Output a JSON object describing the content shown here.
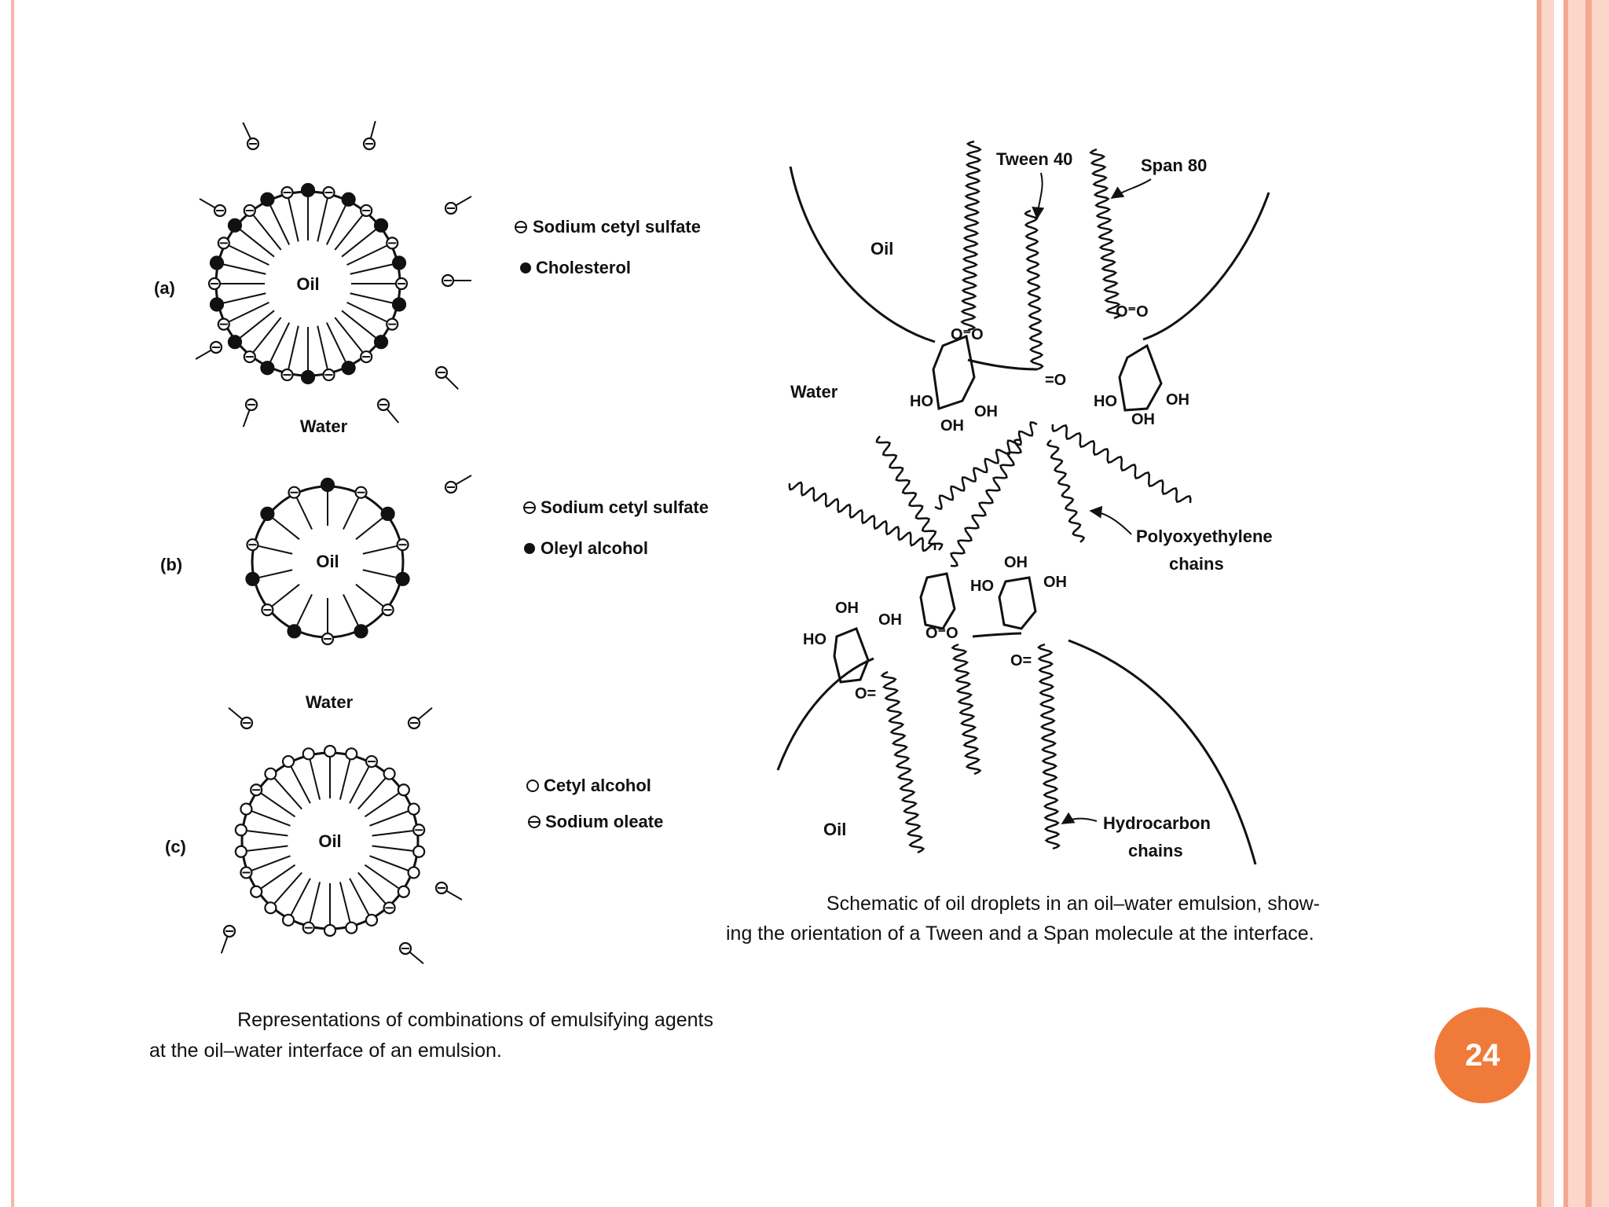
{
  "slide": {
    "page_number": "24"
  },
  "left_figure": {
    "panels": [
      {
        "label": "(a)",
        "core_label": "Oil",
        "outer_label": "Water",
        "legend": [
          "Sodium cetyl sulfate",
          "Cholesterol"
        ]
      },
      {
        "label": "(b)",
        "core_label": "Oil",
        "legend": [
          "Sodium cetyl sulfate",
          "Oleyl alcohol"
        ]
      },
      {
        "label": "(c)",
        "core_label": "Oil",
        "outer_label": "Water",
        "legend": [
          "Cetyl alcohol",
          "Sodium oleate"
        ]
      }
    ],
    "caption_line1": "Representations of combinations of emulsifying agents",
    "caption_line2": "at the oil–water interface of an emulsion."
  },
  "right_figure": {
    "labels": {
      "tween": "Tween 40",
      "span": "Span 80",
      "oil_top": "Oil",
      "water": "Water",
      "oil_bottom": "Oil",
      "poe_line1": "Polyoxyethylene",
      "poe_line2": "chains",
      "hc_line1": "Hydrocarbon",
      "hc_line2": "chains"
    },
    "chem": {
      "ho": "HO",
      "oh": "OH",
      "o_o": "O⁼O",
      "eq_o": "=O",
      "o_eq": "O="
    },
    "caption_line1": "Schematic of oil droplets in an oil–water emulsion, show-",
    "caption_line2": "ing the orientation of a Tween and a Span molecule at the interface."
  }
}
